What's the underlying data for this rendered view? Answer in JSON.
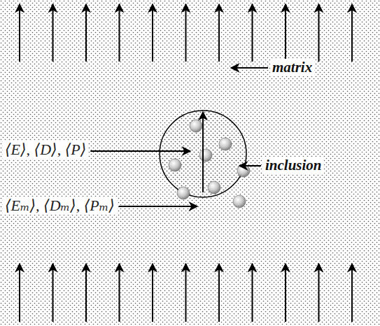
{
  "diagram": {
    "labels": [
      "matrix",
      "inclusion",
      "⟨E⟩, ⟨D⟩, ⟨P⟩",
      "⟨Eₘ⟩, ⟨Dₘ⟩, ⟨Pₘ⟩"
    ]
  }
}
